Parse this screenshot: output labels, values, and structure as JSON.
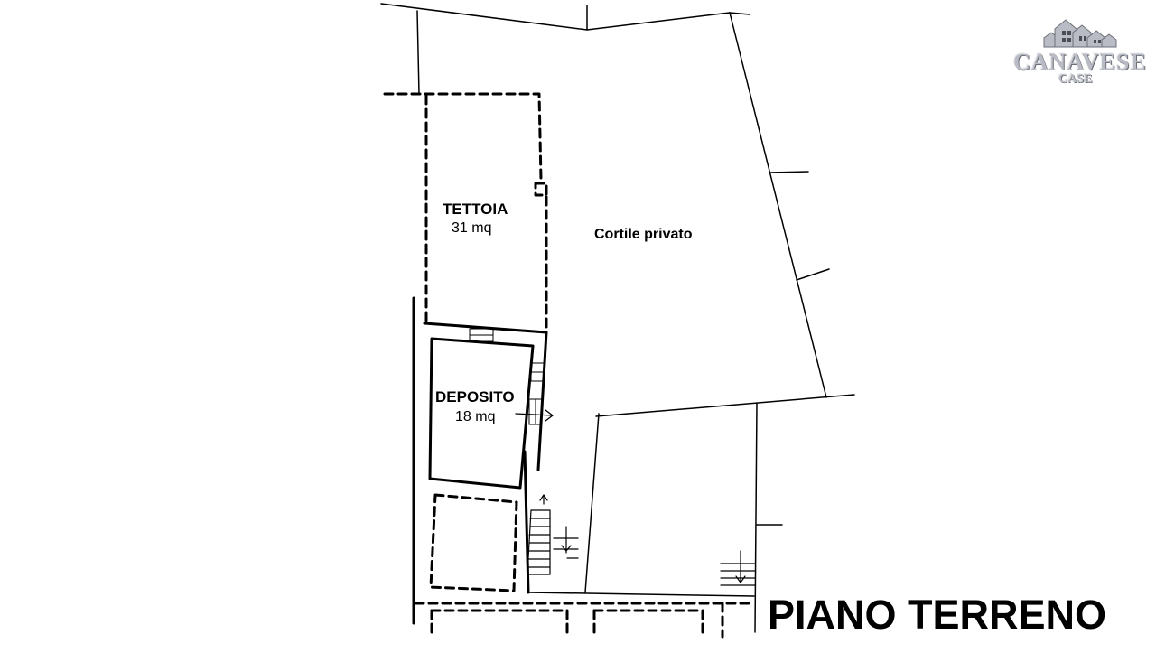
{
  "plan": {
    "title": "PIANO TERRENO",
    "rooms": [
      {
        "name": "TETTOIA",
        "area": "31 mq"
      },
      {
        "name": "Cortile privato",
        "area": ""
      },
      {
        "name": "DEPOSITO",
        "area": "18 mq"
      }
    ]
  },
  "logo": {
    "brand": "CANAVESE",
    "sub": "CASE",
    "colors": {
      "light": "#b9bcc4",
      "dark": "#6d7078",
      "window": "#4a4d55"
    }
  },
  "colors": {
    "lines": "#000000",
    "background": "#ffffff"
  }
}
